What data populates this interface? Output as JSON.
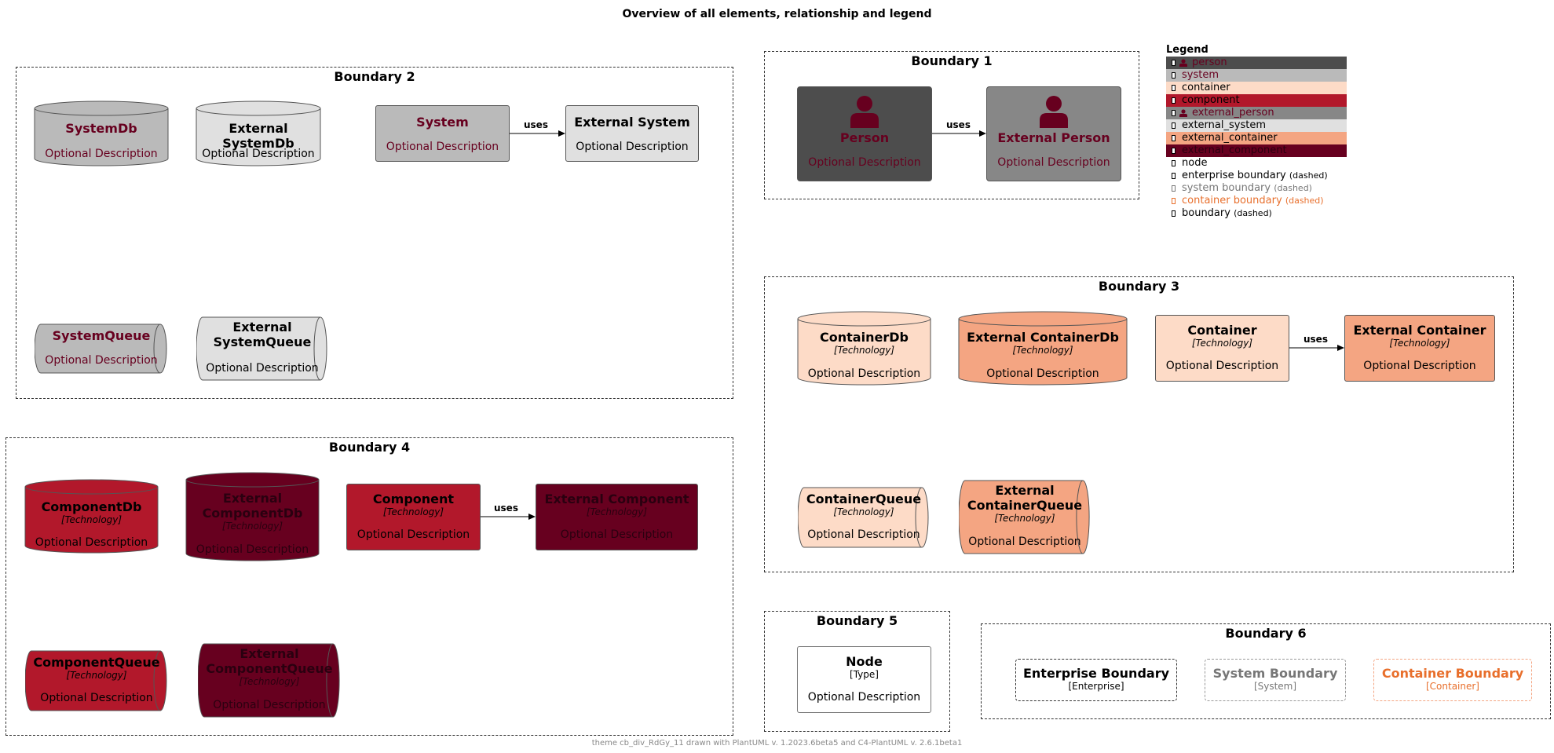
{
  "title": "Overview of all elements, relationship and legend",
  "footer": "theme cb_div_RdGy_11 drawn with PlantUML v. 1.2023.6beta5 and C4-PlantUML v. 2.6.1beta1",
  "colors": {
    "person": "#4d4d4d",
    "external_person": "#878787",
    "system": "#bababa",
    "external_system": "#e0e0e0",
    "container": "#fddbc7",
    "external_container": "#f4a582",
    "component": "#b2182b",
    "external_component": "#67001f",
    "accent_text": "#67001f",
    "container_boundary": "#e86f2c",
    "system_boundary": "#777777"
  },
  "relationship_label": "uses",
  "optional_description": "Optional Description",
  "technology": "[Technology]",
  "boundary1": {
    "title": "Boundary 1",
    "person": {
      "name": "Person",
      "icon": "person-icon"
    },
    "external_person": {
      "name": "External Person",
      "icon": "person-icon"
    }
  },
  "boundary2": {
    "title": "Boundary 2",
    "system_db": "SystemDb",
    "external_system_db": "External SystemDb",
    "system": "System",
    "external_system": "External System",
    "system_queue": "SystemQueue",
    "external_system_queue_1": "External",
    "external_system_queue_2": "SystemQueue"
  },
  "boundary3": {
    "title": "Boundary 3",
    "container_db": "ContainerDb",
    "external_container_db": "External ContainerDb",
    "container": "Container",
    "external_container": "External Container",
    "container_queue": "ContainerQueue",
    "external_container_queue_1": "External",
    "external_container_queue_2": "ContainerQueue"
  },
  "boundary4": {
    "title": "Boundary 4",
    "component_db": "ComponentDb",
    "external_component_db_1": "External",
    "external_component_db_2": "ComponentDb",
    "component": "Component",
    "external_component": "External Component",
    "component_queue": "ComponentQueue",
    "external_component_queue_1": "External",
    "external_component_queue_2": "ComponentQueue"
  },
  "boundary5": {
    "title": "Boundary 5",
    "node": "Node",
    "node_type": "[Type]"
  },
  "boundary6": {
    "title": "Boundary 6",
    "enterprise": "Enterprise Boundary",
    "enterprise_type": "[Enterprise]",
    "system": "System Boundary",
    "system_type": "[System]",
    "container": "Container Boundary",
    "container_type": "[Container]"
  },
  "legend": {
    "title": "Legend",
    "person": "person",
    "system": "system",
    "container": "container",
    "component": "component",
    "external_person": "external_person",
    "external_system": "external_system",
    "external_container": "external_container",
    "external_component": "external_component",
    "node": "node",
    "enterprise_boundary": "enterprise boundary",
    "system_boundary": "system boundary",
    "container_boundary": "container boundary",
    "boundary": "boundary",
    "dashed": "(dashed)"
  }
}
